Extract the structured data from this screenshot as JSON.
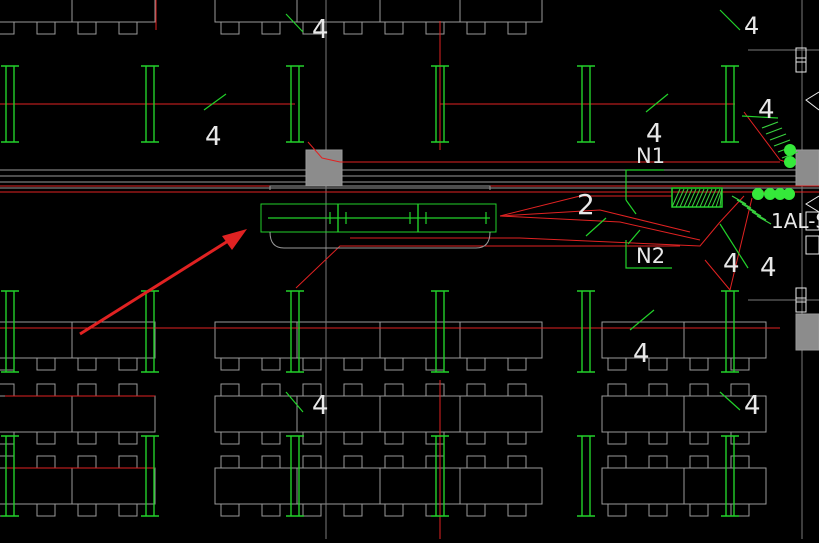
{
  "drawing": {
    "background_color": "#000000",
    "colors": {
      "gray": "#9a9a9a",
      "gray_dark": "#7a7a7a",
      "gray_fill": "#8c8c8c",
      "green": "#22d12a",
      "green_bright": "#35e83a",
      "red": "#e02222",
      "white": "#e8e8e8",
      "hatch": "#38d13e"
    },
    "labels": {
      "quantity_4": "4",
      "route_label_2": "2",
      "circuit_n1": "N1",
      "circuit_n2": "N2",
      "panel_label_partial": "1AL-S"
    },
    "icons": {
      "arrow": "red-pointer-arrow-icon",
      "junction": "green-junction-dot-icon",
      "hatched_box": "hatched-junction-box-icon"
    }
  }
}
